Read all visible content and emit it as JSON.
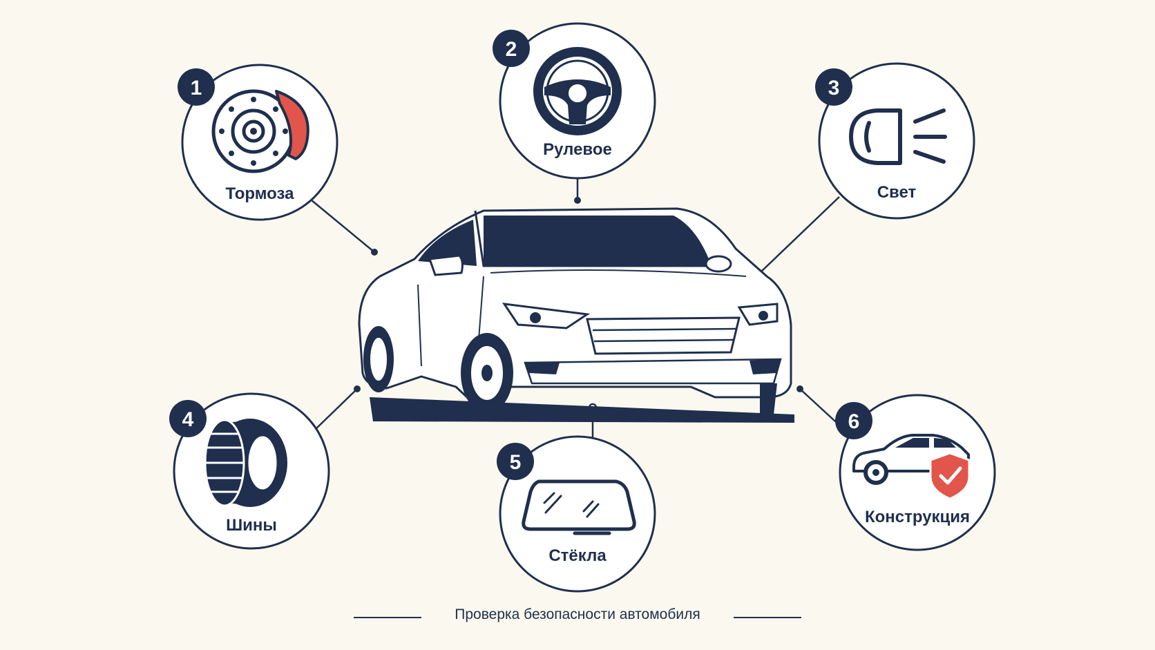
{
  "caption": "Проверка безопасности автомобиля",
  "colors": {
    "navy": "#1f2f4d",
    "accent": "#e2554a",
    "background": "#fbf8ef"
  },
  "items": [
    {
      "number": "1",
      "label": "Тормоза",
      "icon": "brake-disc-icon"
    },
    {
      "number": "2",
      "label": "Рулевое",
      "icon": "steering-wheel-icon"
    },
    {
      "number": "3",
      "label": "Свет",
      "icon": "headlight-icon"
    },
    {
      "number": "4",
      "label": "Шины",
      "icon": "tire-icon"
    },
    {
      "number": "5",
      "label": "Стёкла",
      "icon": "windshield-icon"
    },
    {
      "number": "6",
      "label": "Конструкция",
      "icon": "car-shield-icon"
    }
  ]
}
